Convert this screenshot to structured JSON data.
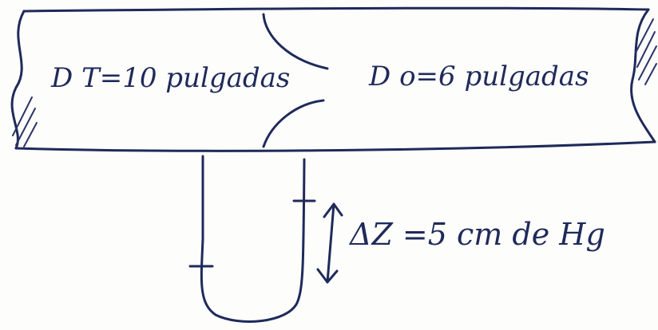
{
  "diagram": {
    "pipe_diameter_label": "D T=10 pulgadas",
    "orifice_diameter_label": "D o=6 pulgadas",
    "manometer_reading_label": "ΔZ =5 cm de Hg"
  },
  "colors": {
    "ink": "#1f2a5a",
    "hatch": "#4a4f62"
  }
}
